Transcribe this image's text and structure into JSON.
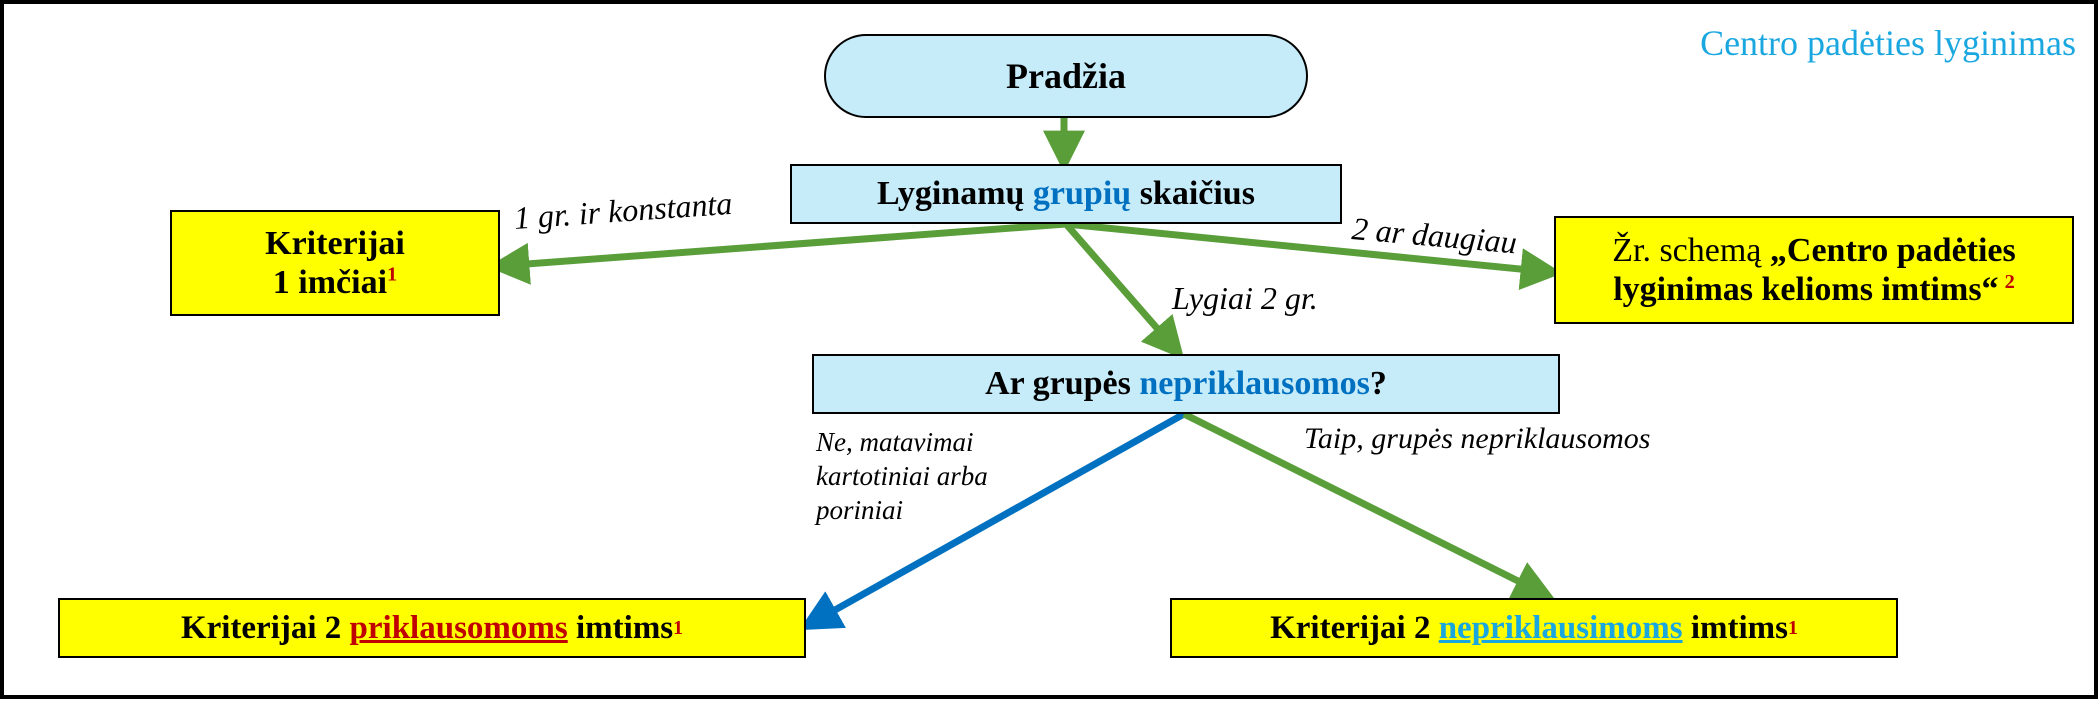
{
  "title": "Centro padėties lyginimas",
  "start": {
    "text": "Pradžia"
  },
  "group_count": {
    "before": "Lyginamų ",
    "keyword": "grupių",
    "after": " skaičius"
  },
  "criteria_one": {
    "line1": "Kriterijai",
    "line2": "1 imčiai",
    "sup": "1"
  },
  "see_scheme": {
    "prefix": "Žr. schemą ",
    "line1_bold": "„Centro padėties",
    "line2_bold": "lyginimas kelioms imtims“",
    "sup": "2"
  },
  "independent_q": {
    "before": "Ar grupės ",
    "keyword": "nepriklausomos",
    "after": "?"
  },
  "dependent": {
    "before": "Kriterijai 2 ",
    "keyword": "priklausomoms",
    "after": " imtims",
    "sup": "1"
  },
  "independent": {
    "before": "Kriterijai 2 ",
    "keyword": "nepriklausimoms",
    "after": " imtims",
    "sup": "1"
  },
  "edge_labels": {
    "one_group": "1 gr. ir konstanta",
    "two_or_more": "2 ar daugiau",
    "exactly_two": "Lygiai 2 gr.",
    "no_line1": "Ne, matavimai",
    "no_line2": "kartotiniai arba",
    "no_line3": "poriniai",
    "yes": "Taip, grupės nepriklausomos"
  },
  "colors": {
    "green_arrow": "#5a9e3a",
    "blue_arrow": "#0070c0",
    "node_blue": "#c6ecfa",
    "node_yellow": "#ffff00",
    "keyword_blue": "#0070c0",
    "keyword_red": "#c00000",
    "keyword_cyan": "#1aa7e0",
    "title": "#1aa7e0"
  }
}
